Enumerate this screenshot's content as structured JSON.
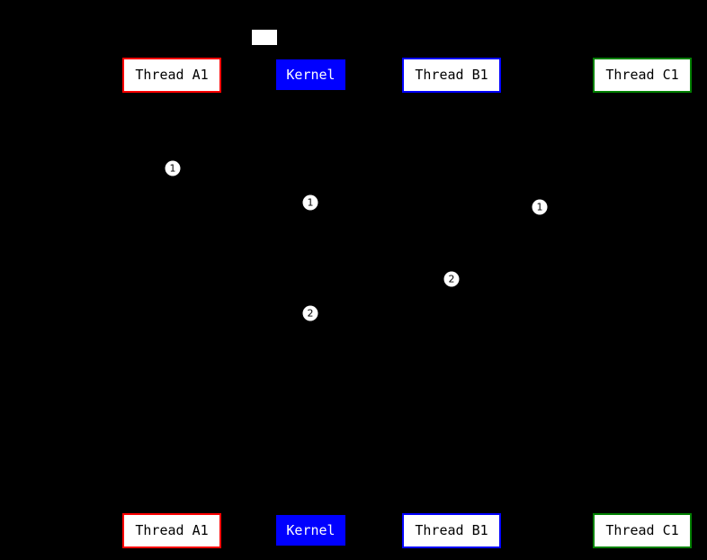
{
  "diagram": {
    "type": "sequence-diagram",
    "background_color": "#000000",
    "participants": [
      {
        "label": "Thread A1",
        "border_color": "#ff0000",
        "fill_color": "#ffffff",
        "text_color": "#000000"
      },
      {
        "label": "Kernel",
        "border_color": "#0000ff",
        "fill_color": "#0000ff",
        "text_color": "#ffffff"
      },
      {
        "label": "Thread B1",
        "border_color": "#0000ff",
        "fill_color": "#ffffff",
        "text_color": "#000000"
      },
      {
        "label": "Thread C1",
        "border_color": "#008000",
        "fill_color": "#ffffff",
        "text_color": "#000000"
      }
    ],
    "message_markers": [
      {
        "number": "1"
      },
      {
        "number": "1"
      },
      {
        "number": "1"
      },
      {
        "number": "2"
      },
      {
        "number": "2"
      }
    ]
  }
}
